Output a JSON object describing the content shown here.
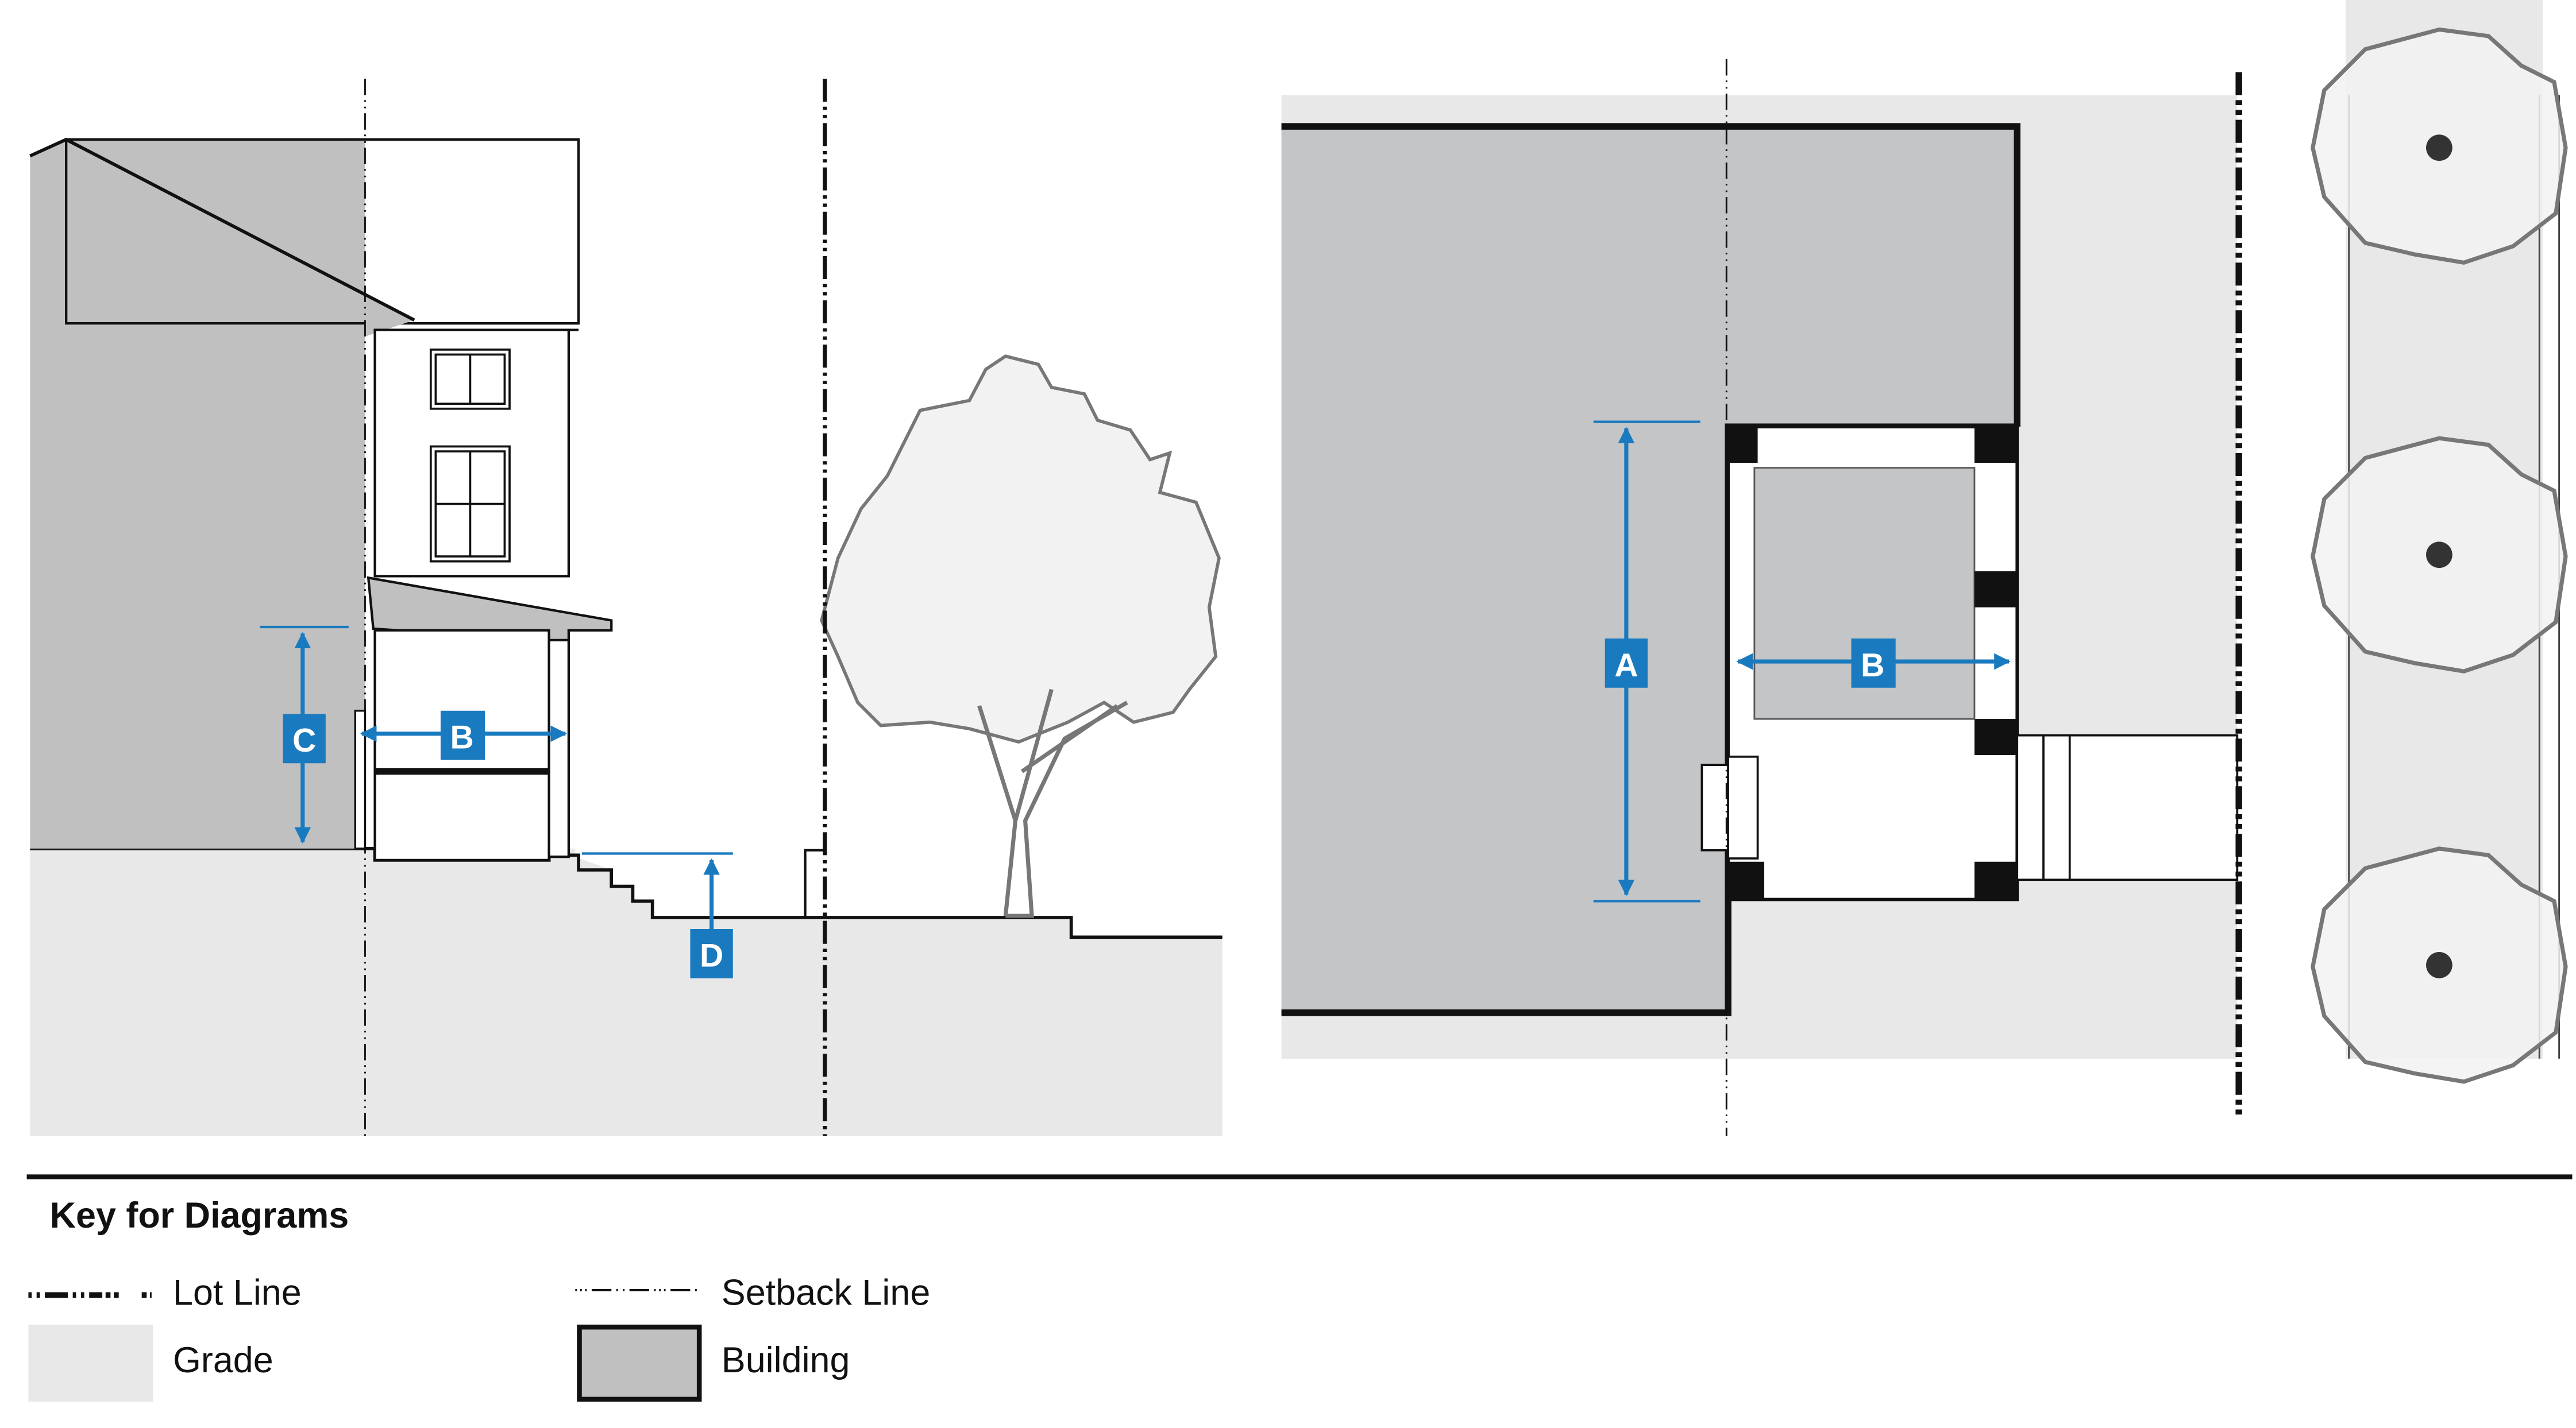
{
  "colors": {
    "dimension": "#1a7abf",
    "grade": "#e8e8e8",
    "building": "#c0c0c0",
    "tree": "#f2f2f2",
    "line": "#111111"
  },
  "section_diagram": {
    "labels": {
      "c": "C",
      "b": "B",
      "d": "D"
    }
  },
  "plan_diagram": {
    "labels": {
      "a": "A",
      "b": "B"
    }
  },
  "legend": {
    "title": "Key for Diagrams",
    "items": [
      {
        "label": "Lot Line",
        "icon": "lot-line-icon"
      },
      {
        "label": "Setback Line",
        "icon": "setback-line-icon"
      },
      {
        "label": "Grade",
        "icon": "grade-swatch-icon"
      },
      {
        "label": "Building",
        "icon": "building-swatch-icon"
      }
    ]
  }
}
